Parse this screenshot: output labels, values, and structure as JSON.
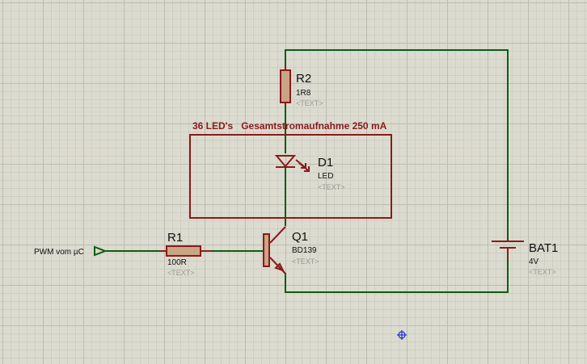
{
  "annotation": {
    "text": "36 LED's   Gesamtstromaufnahme 250 mA"
  },
  "input_terminal": {
    "label": "PWM vom µC"
  },
  "components": {
    "R2": {
      "ref": "R2",
      "value": "1R8",
      "text": "<TEXT>"
    },
    "D1": {
      "ref": "D1",
      "value": "LED",
      "text": "<TEXT>"
    },
    "R1": {
      "ref": "R1",
      "value": "100R",
      "text": "<TEXT>"
    },
    "Q1": {
      "ref": "Q1",
      "value": "BD139",
      "text": "<TEXT>"
    },
    "BAT1": {
      "ref": "BAT1",
      "value": "4V",
      "text": "<TEXT>"
    }
  },
  "colors": {
    "wire": "#0e5c14",
    "component": "#8a1a1a",
    "resistor_fill": "#c9a585",
    "grid_background": "#dcdbcf",
    "origin_marker": "#1a2fd0"
  }
}
